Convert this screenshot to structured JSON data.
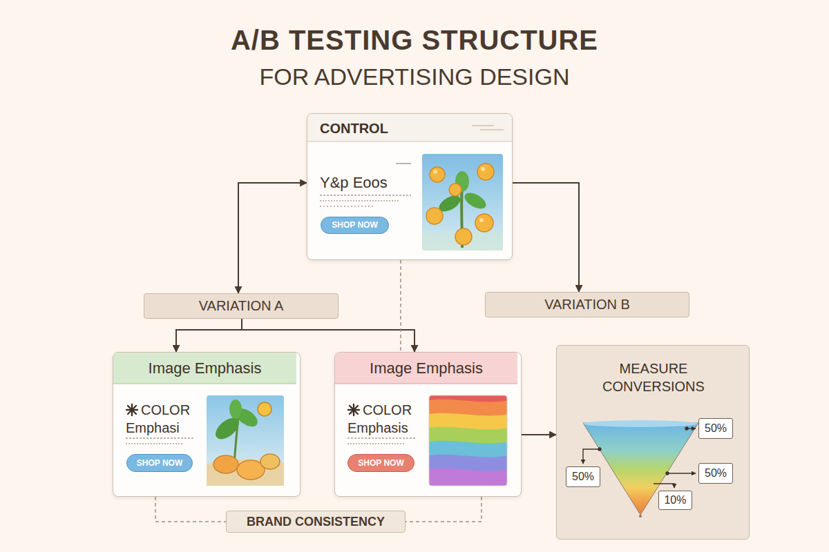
{
  "diagram": {
    "title": "A/B TESTING STRUCTURE",
    "nodes": [
      {
        "text": [
          "CONTROL",
          "Y&p Eoos"
        ]
      },
      {
        "text": [
          "SHOP NOW"
        ],
        "in": 0
      },
      {
        "text": [
          "VARIATION A"
        ]
      },
      {
        "text": [
          "VARIATION B"
        ]
      },
      {
        "text": [
          "Image Emphasis",
          "COLOR Emphasi"
        ]
      },
      {
        "text": [
          "SHOP NOW"
        ],
        "in": 4
      },
      {
        "text": [
          "Image Emphasis",
          "COLOR Emphasis"
        ]
      },
      {
        "text": [
          "SHOP NOW"
        ],
        "in": 6
      },
      {
        "text": [
          "MEASURE CONVERSIONS"
        ]
      },
      {
        "text": [
          "50%"
        ],
        "in": 8
      },
      {
        "text": [
          "50%"
        ],
        "in": 8
      },
      {
        "text": [
          "50%"
        ],
        "in": 8
      },
      {
        "text": [
          "10%"
        ],
        "in": 8
      },
      {
        "text": [
          "BRAND CONSISTENCY"
        ]
      }
    ],
    "edges": [
      {
        "from": 0,
        "to": 2,
        "arrow": "both"
      },
      {
        "from": 0,
        "to": 3,
        "arrow": "to"
      },
      {
        "from": 2,
        "to": 4,
        "arrow": "to"
      },
      {
        "from": 2,
        "to": 6,
        "arrow": "to"
      },
      {
        "from": 0,
        "to": 6,
        "arrow": "none"
      },
      {
        "from": 6,
        "to": 8,
        "arrow": "to"
      },
      {
        "from": 4,
        "to": 13,
        "arrow": "none"
      },
      {
        "from": 6,
        "to": 13,
        "arrow": "none"
      }
    ],
    "labels": [
      "FOR ADVERTISING DESIGN"
    ]
  }
}
